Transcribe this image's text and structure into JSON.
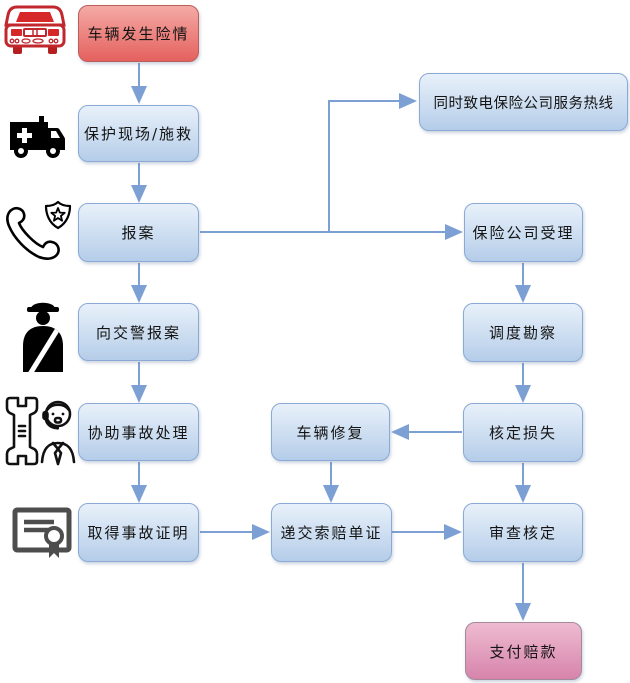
{
  "flowchart": {
    "nodes": {
      "incident": {
        "label": "车辆发生险情",
        "icon": "car-icon",
        "style": "red"
      },
      "protect": {
        "label": "保护现场/施救",
        "icon": "ambulance-icon",
        "style": "blue"
      },
      "report": {
        "label": "报案",
        "icon": "phone-badge-icon",
        "style": "blue"
      },
      "police_report": {
        "label": "向交警报案",
        "icon": "police-officer-icon",
        "style": "blue"
      },
      "assist": {
        "label": "协助事故处理",
        "icon": "mechanic-icon",
        "style": "blue"
      },
      "evidence": {
        "label": "取得事故证明",
        "icon": "certificate-icon",
        "style": "blue"
      },
      "hotline": {
        "label": "同时致电保险公司服务热线",
        "style": "blue"
      },
      "accept": {
        "label": "保险公司受理",
        "style": "blue"
      },
      "survey": {
        "label": "调度勘察",
        "style": "blue"
      },
      "assess": {
        "label": "核定损失",
        "style": "blue"
      },
      "repair": {
        "label": "车辆修复",
        "style": "blue"
      },
      "submit": {
        "label": "递交索赔单证",
        "style": "blue"
      },
      "review": {
        "label": "审查核定",
        "style": "blue"
      },
      "pay": {
        "label": "支付赔款",
        "style": "pink"
      }
    },
    "edges": [
      {
        "from": "incident",
        "to": "protect"
      },
      {
        "from": "protect",
        "to": "report"
      },
      {
        "from": "report",
        "to": "police_report"
      },
      {
        "from": "report",
        "to": "hotline"
      },
      {
        "from": "report",
        "to": "accept"
      },
      {
        "from": "police_report",
        "to": "assist"
      },
      {
        "from": "assist",
        "to": "evidence"
      },
      {
        "from": "accept",
        "to": "survey"
      },
      {
        "from": "survey",
        "to": "assess"
      },
      {
        "from": "assess",
        "to": "repair"
      },
      {
        "from": "assess",
        "to": "review"
      },
      {
        "from": "repair",
        "to": "submit"
      },
      {
        "from": "evidence",
        "to": "submit"
      },
      {
        "from": "submit",
        "to": "review"
      },
      {
        "from": "review",
        "to": "pay"
      }
    ],
    "colors": {
      "box_blue_top": "#e8f1fa",
      "box_blue_bottom": "#b5cde9",
      "box_blue_border": "#8aa9d6",
      "box_red_top": "#f5aaa5",
      "box_red_bottom": "#e4615e",
      "box_red_border": "#b95f5c",
      "box_pink_top": "#eebbd1",
      "box_pink_bottom": "#d784ab",
      "box_pink_border": "#a3899a",
      "arrow": "#7da0d4"
    }
  }
}
